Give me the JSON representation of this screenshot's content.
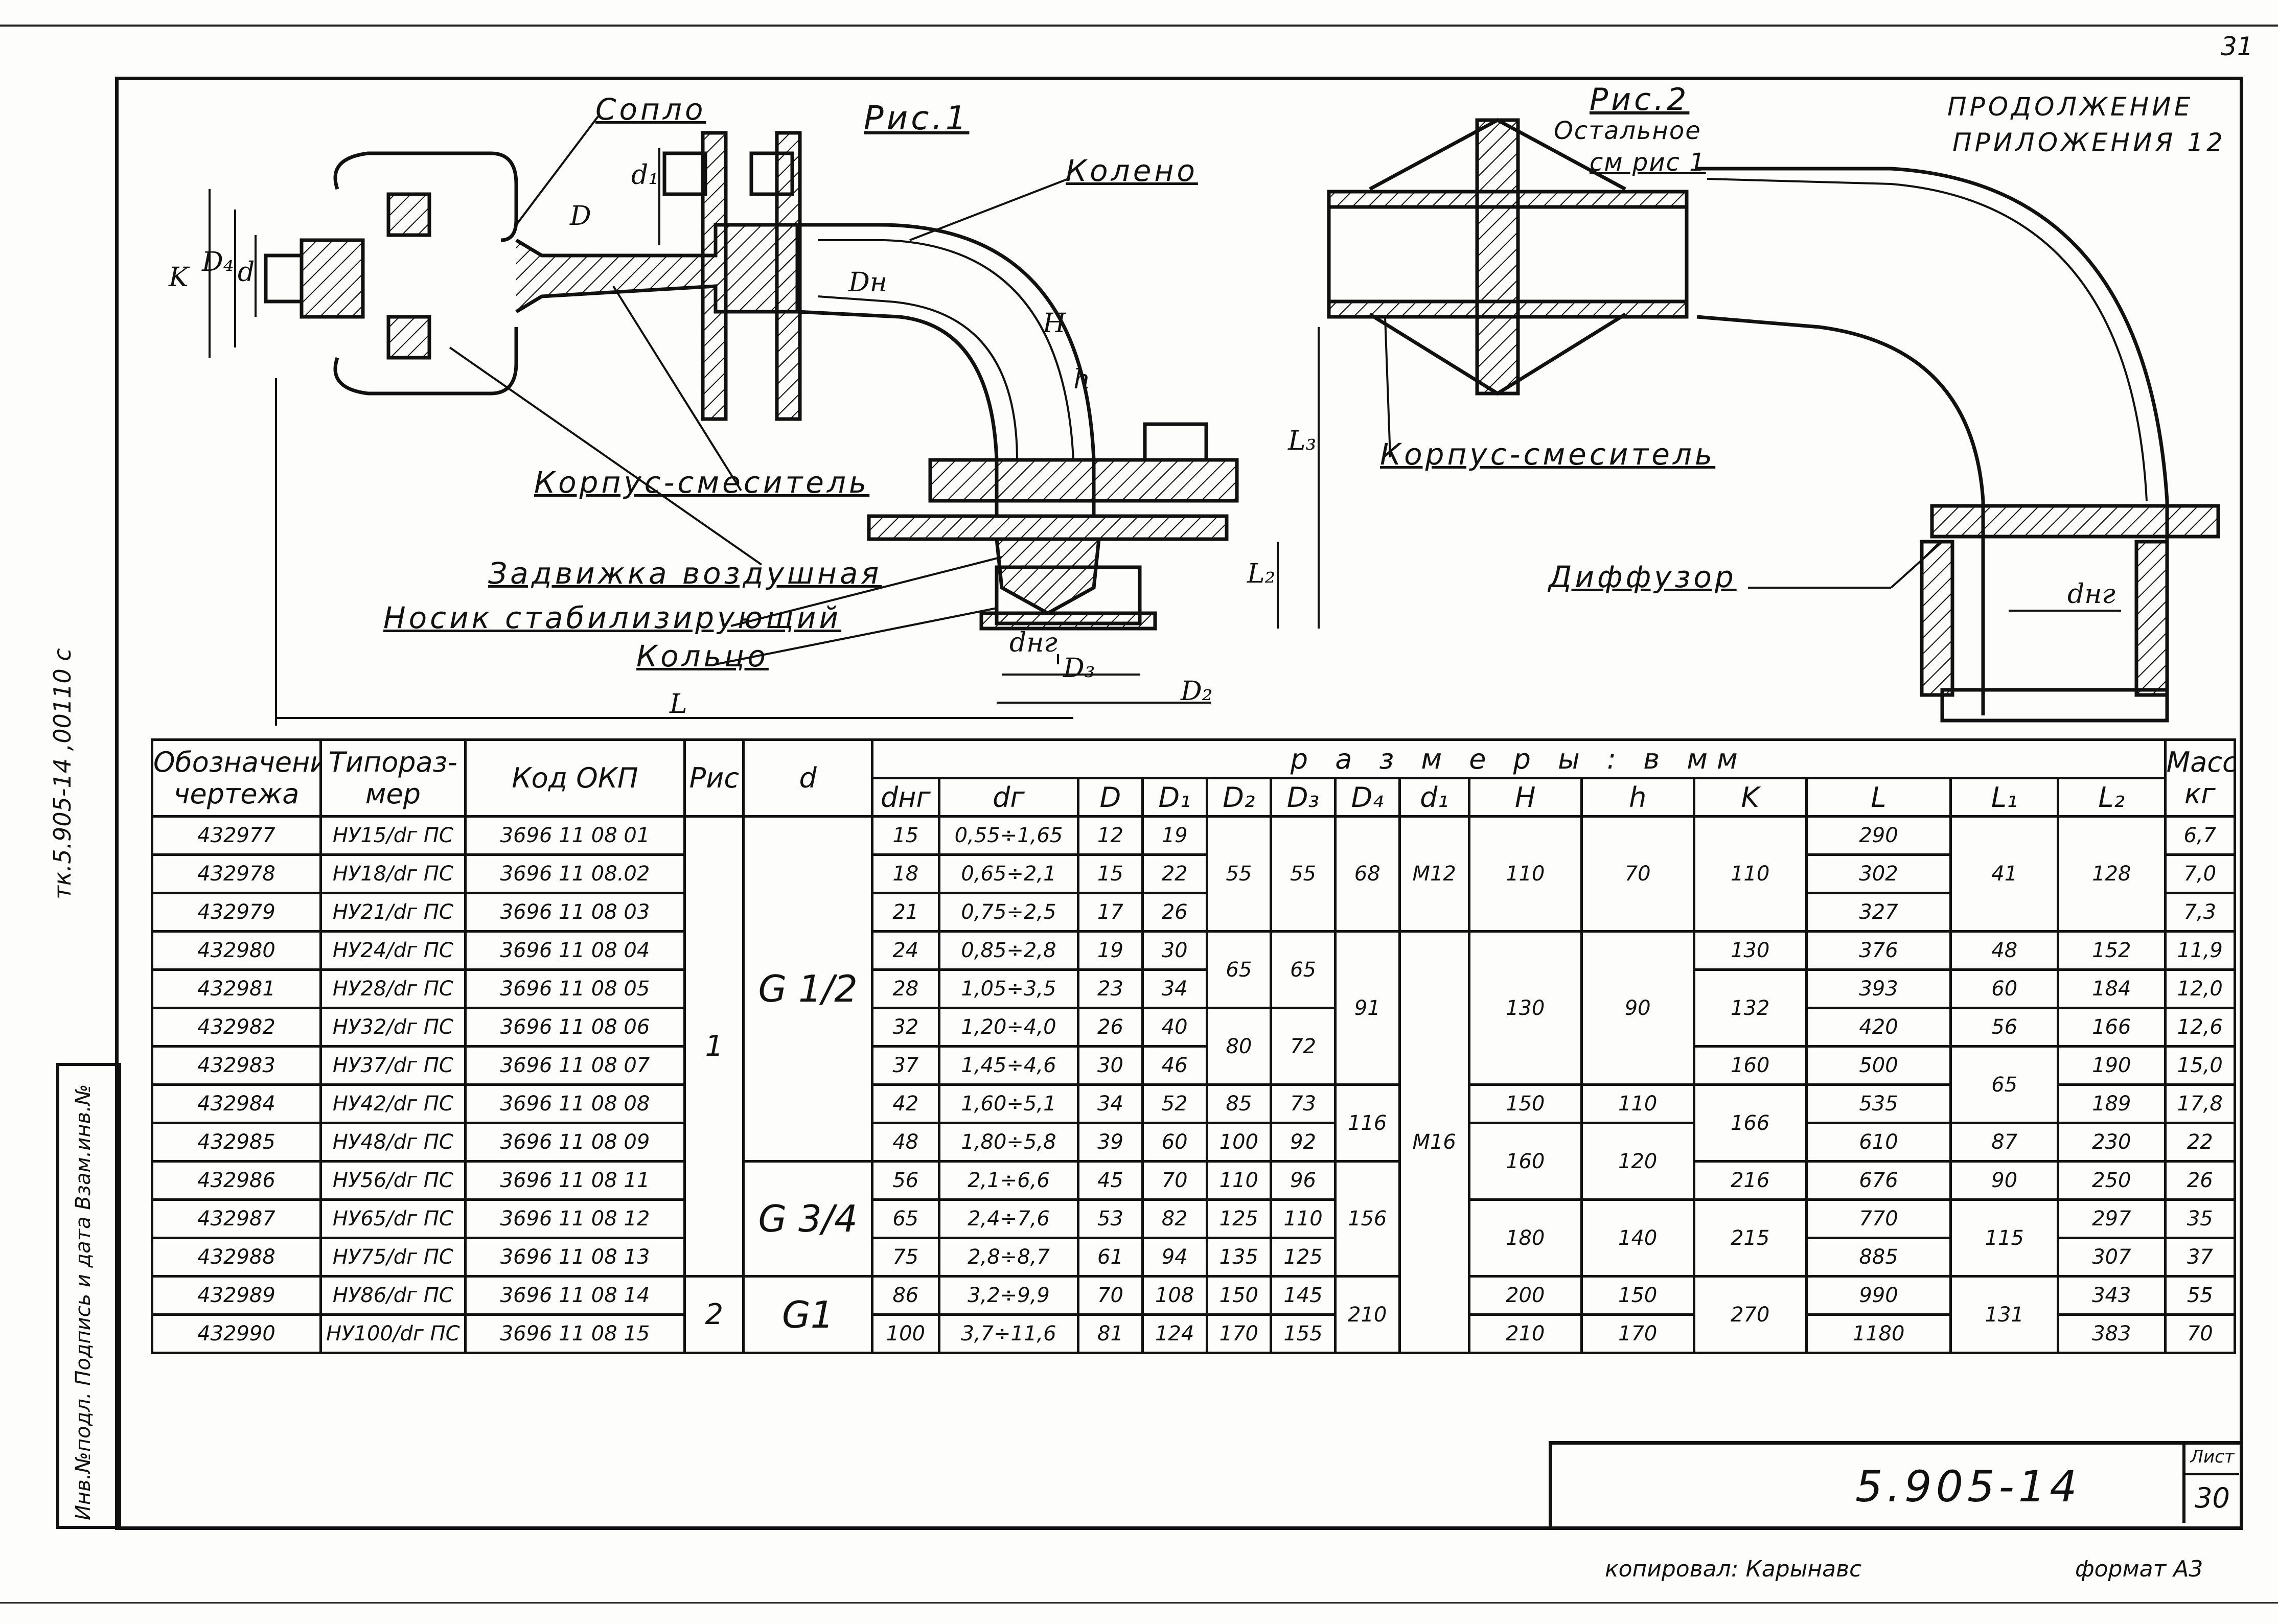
{
  "corner_mark": "31",
  "header_note": [
    "ПРОДОЛЖЕНИЕ",
    "ПРИЛОЖЕНИЯ 12"
  ],
  "side_code": "тк.5.905-14 ,00110 с",
  "side_labels": "Инв.№подл. Подпись и дата Взам.инв.№",
  "fig1": {
    "title": "Рис.1",
    "callouts": [
      "Сопло",
      "Колено",
      "Корпус-смеситель",
      "Задвижка воздушная",
      "Носик стабилизирующий",
      "Кольцо"
    ],
    "dims": [
      "K",
      "D₄",
      "d",
      "d₁",
      "D",
      "Dн",
      "H",
      "h",
      "L₃",
      "L₂",
      "dнг",
      "D₃",
      "D₂",
      "L"
    ]
  },
  "fig2": {
    "title": "Рис.2",
    "note": [
      "Остальное",
      "см рис 1"
    ],
    "callouts": [
      "Корпус-смеситель",
      "Диффузор"
    ],
    "dims": [
      "dнг"
    ]
  },
  "table": {
    "h_designation": "Обозначение чертежа",
    "h_size": "Типораз- мер",
    "h_okp": "Код ОКП",
    "h_fig": "Рис",
    "h_d": "d",
    "h_dims": "р а з м е р ы : в мм",
    "h_mass": "Масса, кг",
    "sub": [
      "dнг",
      "dг",
      "D",
      "D₁",
      "D₂",
      "D₃",
      "D₄",
      "d₁",
      "H",
      "h",
      "K",
      "L",
      "L₁",
      "L₂",
      "кг"
    ],
    "rows": [
      [
        "432977",
        "НУ15/dг ПС",
        "3696 11 08 01",
        "15",
        "0,55÷1,65",
        "12",
        "19",
        "290",
        "6,7"
      ],
      [
        "432978",
        "НУ18/dг ПС",
        "3696 11 08.02",
        "18",
        "0,65÷2,1",
        "15",
        "22",
        "302",
        "7,0"
      ],
      [
        "432979",
        "НУ21/dг ПС",
        "3696 11 08 03",
        "21",
        "0,75÷2,5",
        "17",
        "26",
        "327",
        "7,3"
      ],
      [
        "432980",
        "НУ24/dг ПС",
        "3696 11 08 04",
        "24",
        "0,85÷2,8",
        "19",
        "30",
        "376",
        "11,9"
      ],
      [
        "432981",
        "НУ28/dг ПС",
        "3696 11 08 05",
        "28",
        "1,05÷3,5",
        "23",
        "34",
        "393",
        "12,0"
      ],
      [
        "432982",
        "НУ32/dг ПС",
        "3696 11 08 06",
        "32",
        "1,20÷4,0",
        "26",
        "40",
        "420",
        "12,6"
      ],
      [
        "432983",
        "НУ37/dг ПС",
        "3696 11 08 07",
        "37",
        "1,45÷4,6",
        "30",
        "46",
        "500",
        "15,0"
      ],
      [
        "432984",
        "НУ42/dг ПС",
        "3696 11 08 08",
        "42",
        "1,60÷5,1",
        "34",
        "52",
        "535",
        "17,8"
      ],
      [
        "432985",
        "НУ48/dг ПС",
        "3696 11 08 09",
        "48",
        "1,80÷5,8",
        "39",
        "60",
        "610",
        "22"
      ],
      [
        "432986",
        "НУ56/dг ПС",
        "3696 11 08 11",
        "56",
        "2,1÷6,6",
        "45",
        "70",
        "676",
        "26"
      ],
      [
        "432987",
        "НУ65/dг ПС",
        "3696 11 08 12",
        "65",
        "2,4÷7,6",
        "53",
        "82",
        "770",
        "35"
      ],
      [
        "432988",
        "НУ75/dг ПС",
        "3696 11 08 13",
        "75",
        "2,8÷8,7",
        "61",
        "94",
        "885",
        "37"
      ],
      [
        "432989",
        "НУ86/dг ПС",
        "3696 11 08 14",
        "86",
        "3,2÷9,9",
        "70",
        "108",
        "990",
        "55"
      ],
      [
        "432990",
        "НУ100/dг ПС",
        "3696 11 08 15",
        "100",
        "3,7÷11,6",
        "81",
        "124",
        "1180",
        "70"
      ]
    ],
    "fig_vals": [
      "1",
      "2"
    ],
    "d_vals": [
      "G 1/2",
      "G 3/4",
      "G1"
    ],
    "D2_vals": [
      "55",
      "65",
      "80",
      "85",
      "100",
      "110",
      "125",
      "135",
      "150",
      "170"
    ],
    "D3_vals": [
      "55",
      "65",
      "72",
      "73",
      "92",
      "96",
      "110",
      "125",
      "145",
      "155"
    ],
    "D4_vals": [
      "68",
      "91",
      "116",
      "156",
      "210"
    ],
    "d1_vals": [
      "M12",
      "M16"
    ],
    "H_vals": [
      "110",
      "130",
      "150",
      "160",
      "180",
      "200",
      "210"
    ],
    "h_vals": [
      "70",
      "90",
      "110",
      "120",
      "140",
      "150",
      "170"
    ],
    "K_vals": [
      "110",
      "130",
      "132",
      "160",
      "166",
      "216",
      "215",
      "270"
    ],
    "L1_vals": [
      "41",
      "48",
      "60",
      "56",
      "65",
      "87",
      "90",
      "115",
      "131"
    ],
    "L2_vals": [
      "128",
      "152",
      "184",
      "166",
      "190",
      "189",
      "230",
      "250",
      "297",
      "307",
      "343",
      "383"
    ]
  },
  "title_block": {
    "doc_number": "5.905-14",
    "sheet_label": "Лист",
    "sheet_number": "30"
  },
  "footer": {
    "copied": "копировал: Карынавс",
    "format": "формат А3"
  }
}
